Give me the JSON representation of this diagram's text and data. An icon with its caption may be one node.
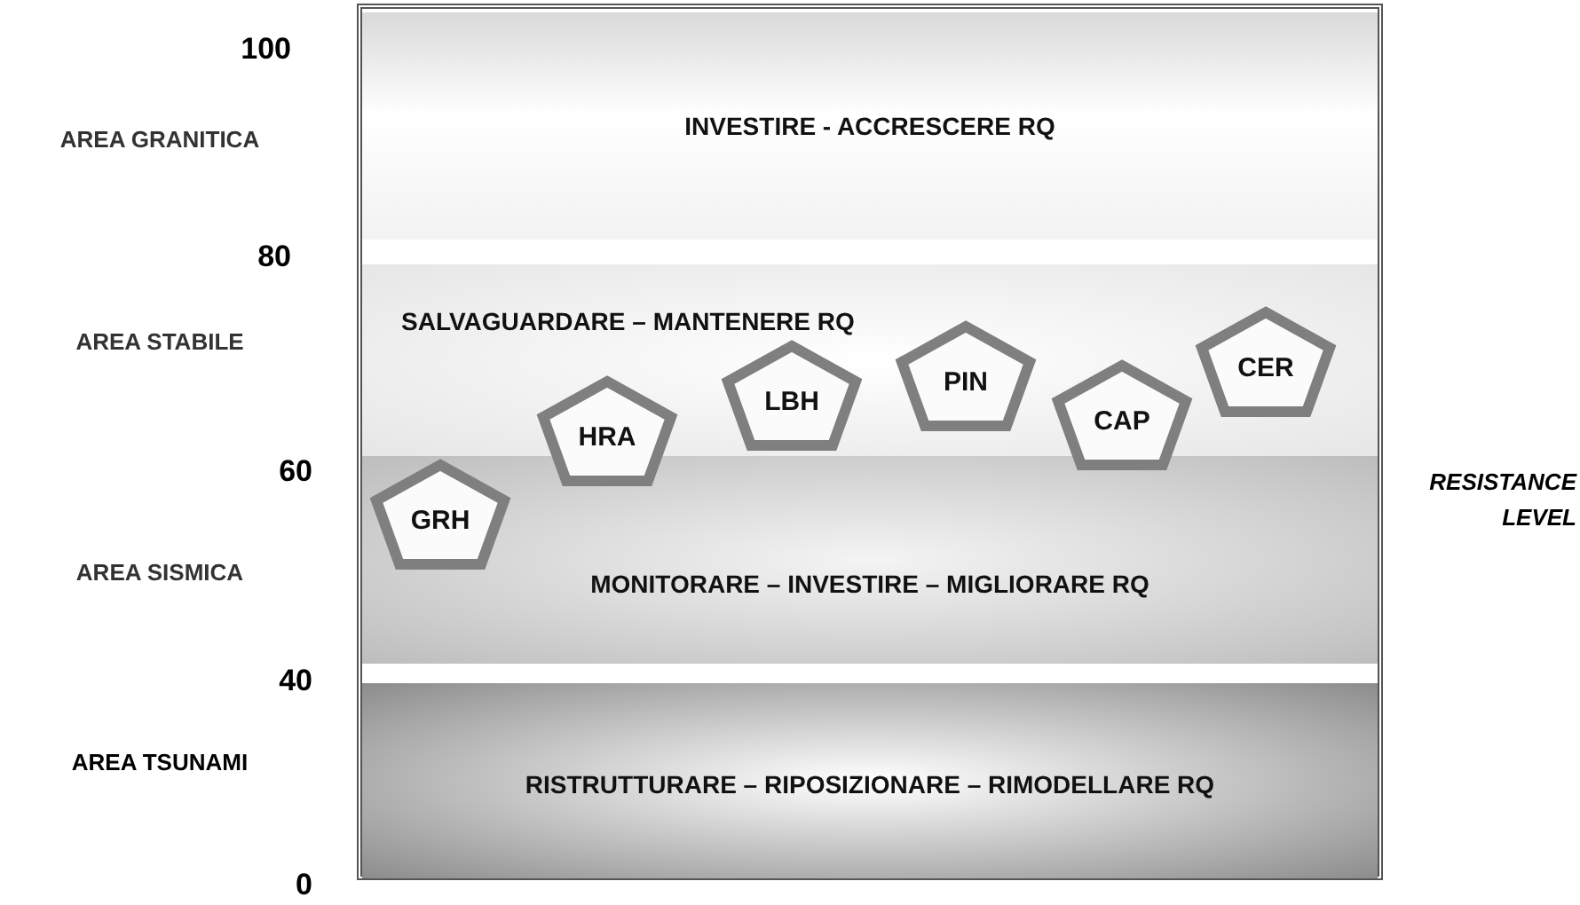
{
  "diagram": {
    "nodes": [
      {
        "text": [
          "INVESTIRE - ACCRESCERE RQ"
        ]
      },
      {
        "text": [
          "SALVAGUARDARE – MANTENERE RQ"
        ]
      },
      {
        "text": [
          "MONITORARE – INVESTIRE – MIGLIORARE RQ"
        ]
      },
      {
        "text": [
          "RISTRUTTURARE – RIPOSIZIONARE – RIMODELLARE RQ"
        ]
      },
      {
        "text": [
          "GRH"
        ],
        "in": 2
      },
      {
        "text": [
          "HRA"
        ]
      },
      {
        "text": [
          "LBH"
        ],
        "in": 1
      },
      {
        "text": [
          "PIN"
        ],
        "in": 1
      },
      {
        "text": [
          "CAP"
        ]
      },
      {
        "text": [
          "CER"
        ],
        "in": 1
      }
    ],
    "labels": [
      "100",
      "AREA GRANITICA",
      "80",
      "AREA STABILE",
      "60",
      "RESISTANCE LEVEL",
      "AREA SISMICA",
      "40",
      "AREA TSUNAMI",
      "0"
    ]
  }
}
